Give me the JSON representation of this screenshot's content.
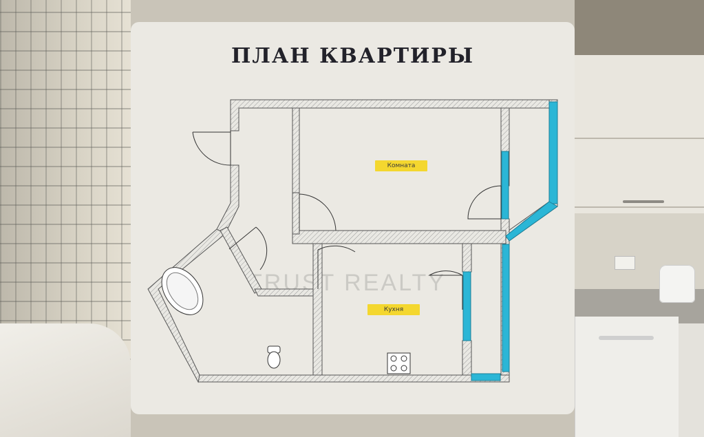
{
  "plan": {
    "title": "ПЛАН КВАРТИРЫ",
    "rooms": [
      {
        "id": "room",
        "label": "Комната"
      },
      {
        "id": "kitchen",
        "label": "Кухня"
      }
    ],
    "watermark": "TRUST REALTY"
  },
  "colors": {
    "wall": "#8c8c8c",
    "window": "#2bb6d6",
    "label_bg": "#f4d72f",
    "panel": "#f0efea"
  }
}
